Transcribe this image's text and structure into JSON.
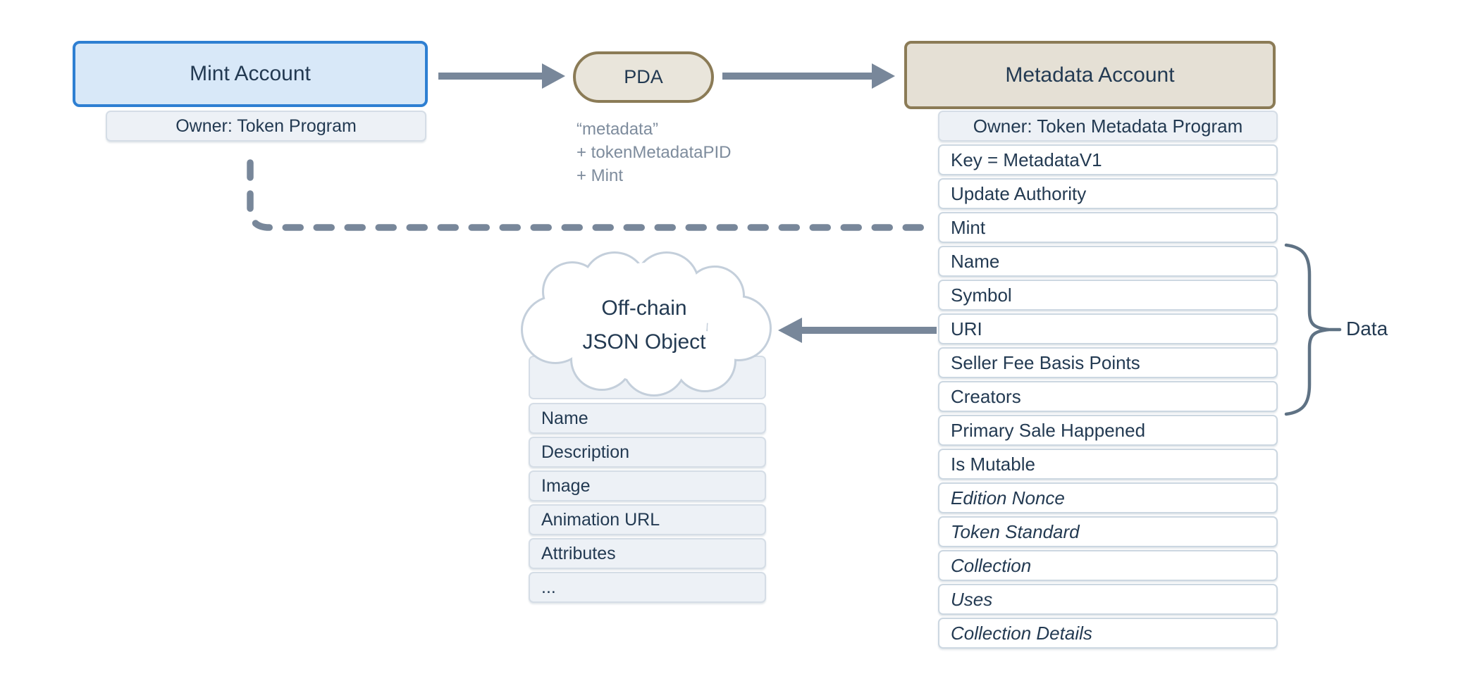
{
  "diagram": {
    "mint_account": {
      "title": "Mint Account",
      "owner_row": "Owner: Token Program"
    },
    "pda": {
      "label": "PDA",
      "seeds": [
        "“metadata”",
        "+ tokenMetadataPID",
        "+ Mint"
      ]
    },
    "metadata_account": {
      "title": "Metadata Account",
      "owner_row": "Owner: Token Metadata Program",
      "rows": [
        {
          "label": "Key = MetadataV1",
          "italic": false
        },
        {
          "label": "Update Authority",
          "italic": false
        },
        {
          "label": "Mint",
          "italic": false
        },
        {
          "label": "Name",
          "italic": false
        },
        {
          "label": "Symbol",
          "italic": false
        },
        {
          "label": "URI",
          "italic": false
        },
        {
          "label": "Seller Fee Basis Points",
          "italic": false
        },
        {
          "label": "Creators",
          "italic": false
        },
        {
          "label": "Primary Sale Happened",
          "italic": false
        },
        {
          "label": "Is Mutable",
          "italic": false
        },
        {
          "label": "Edition Nonce",
          "italic": true
        },
        {
          "label": "Token Standard",
          "italic": true
        },
        {
          "label": "Collection",
          "italic": true
        },
        {
          "label": "Uses",
          "italic": true
        },
        {
          "label": "Collection Details",
          "italic": true
        }
      ]
    },
    "data_group": {
      "label": "Data"
    },
    "offchain_json": {
      "title_lines": [
        "Off-chain",
        "JSON Object"
      ],
      "rows": [
        "Name",
        "Description",
        "Image",
        "Animation URL",
        "Attributes",
        "..."
      ]
    },
    "colors": {
      "mint_border": "#2e7fd2",
      "mint_fill": "#d8e8f8",
      "tan_border": "#8b7b56",
      "tan_fill": "#e5e0d5",
      "pill_fill": "#e9e5db",
      "row_fill_light": "#edf1f6",
      "row_fill_white": "#ffffff",
      "connector_gray": "#78879a",
      "brace_gray": "#5f7284",
      "cloud_border": "#c4cfdb",
      "text_dark": "#233a52",
      "seed_text": "#7e8c9d"
    }
  }
}
